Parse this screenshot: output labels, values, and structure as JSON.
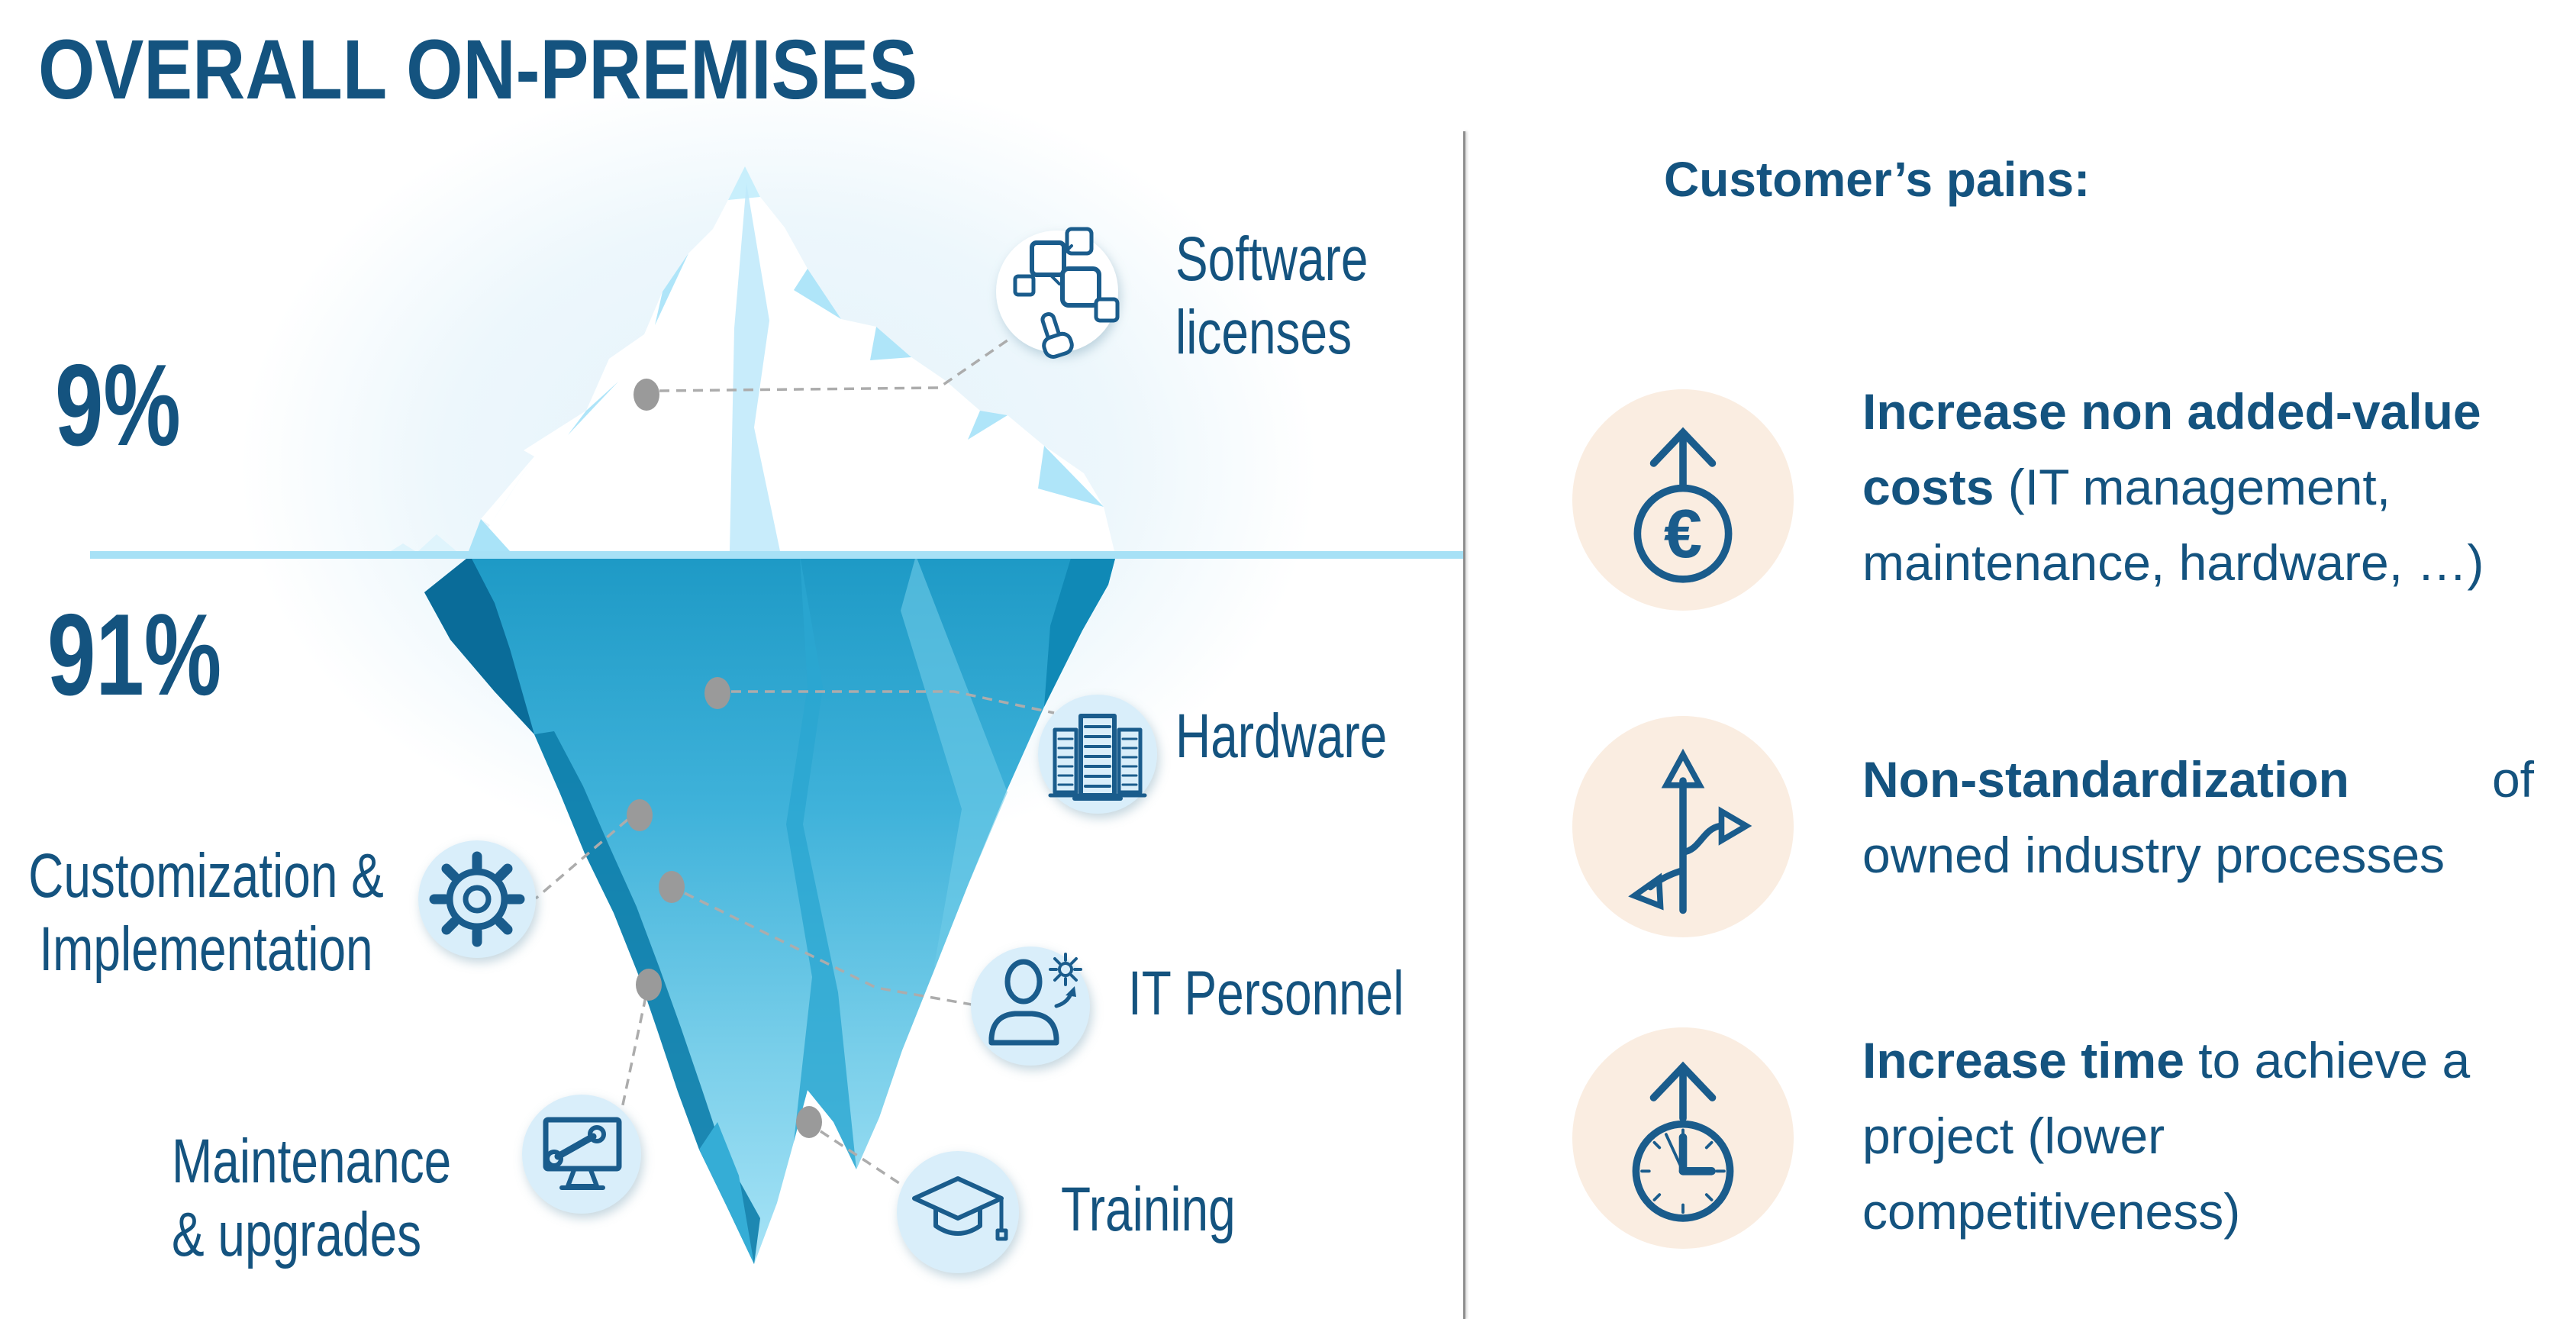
{
  "title": "OVERALL ON-PREMISES",
  "iceberg": {
    "above_water_pct": "9%",
    "below_water_pct": "91%",
    "labels": [
      {
        "id": "software-licenses",
        "text": "Software licenses",
        "icon": "software-licenses-icon"
      },
      {
        "id": "hardware",
        "text": "Hardware",
        "icon": "server-towers-icon"
      },
      {
        "id": "customization",
        "text": "Customization & Implementation",
        "icon": "gear-icon"
      },
      {
        "id": "it-personnel",
        "text": "IT Personnel",
        "icon": "person-gear-icon"
      },
      {
        "id": "maintenance",
        "text": "Maintenance & upgrades",
        "icon": "monitor-wrench-icon"
      },
      {
        "id": "training",
        "text": "Training",
        "icon": "graduation-cap-icon"
      }
    ]
  },
  "pains": {
    "heading": "Customer’s pains:",
    "items": [
      {
        "bold_text": "Increase non added-value costs",
        "normal_text": " (IT management, maintenance, hardware, …)",
        "icon": "euro-increase-icon"
      },
      {
        "bold_text": "Non-standardization",
        "normal_text": " of owned industry processes",
        "icon": "diverging-arrows-icon"
      },
      {
        "bold_text": "Increase time",
        "normal_text": " to achieve a project (lower competitiveness)",
        "icon": "clock-increase-icon"
      }
    ]
  },
  "colors": {
    "dark_blue_text": "#14537F",
    "icon_stroke_blue": "#1A5C8C",
    "waterline": "#A7E1F6",
    "label_circle_blue": "#D9EEFA",
    "pain_circle_peach": "#FAEDE1",
    "divider_gray": "#8E8E8E",
    "connector_gray": "#ACACAC",
    "dot_gray": "#9A9A9A",
    "sea_top": "#1E9AC6",
    "sea_bottom": "#A9E4F7",
    "ice_facet_light_blue": "#AFE5F9"
  }
}
